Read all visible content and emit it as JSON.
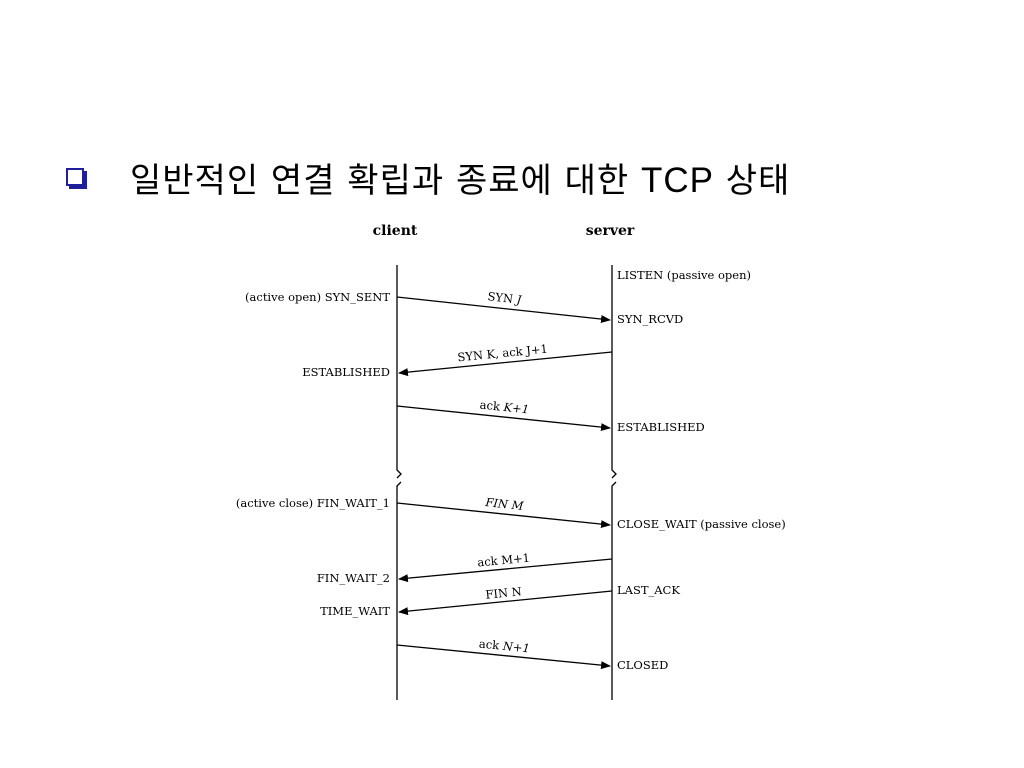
{
  "slide": {
    "bullet_icon": "hollow-square-bullet-icon",
    "title": "일반적인 연결 확립과 종료에 대한 ",
    "title_tcp": "TCP",
    "title_end": " 상태"
  },
  "diagram": {
    "client_label": "client",
    "server_label": "server",
    "client_states": {
      "syn_sent": "(active open)  SYN_SENT",
      "established": "ESTABLISHED",
      "fin_wait_1": "(active close)  FIN_WAIT_1",
      "fin_wait_2": "FIN_WAIT_2",
      "time_wait": "TIME_WAIT"
    },
    "server_states": {
      "listen": "LISTEN  (passive open)",
      "syn_rcvd": "SYN_RCVD",
      "established": "ESTABLISHED",
      "close_wait": "CLOSE_WAIT  (passive close)",
      "last_ack": "LAST_ACK",
      "closed": "CLOSED"
    },
    "messages": {
      "syn_j": {
        "a": "SYN ",
        "b": "J"
      },
      "syn_k": {
        "a": "SYN K, ack J+1"
      },
      "ack_k1": {
        "a": "ack ",
        "b": "K+1"
      },
      "fin_m": {
        "a": "FIN ",
        "b": "M"
      },
      "ack_m1": {
        "a": "ack M+1"
      },
      "fin_n": {
        "a": "FIN N"
      },
      "ack_n1": {
        "a": "ack ",
        "b": "N+1"
      }
    }
  }
}
